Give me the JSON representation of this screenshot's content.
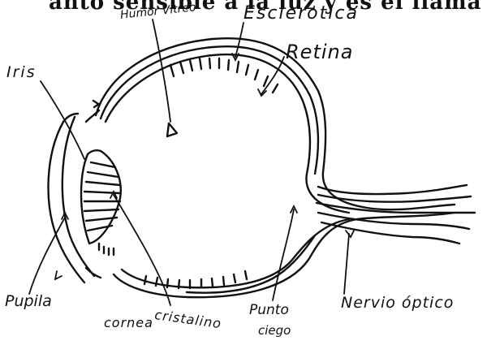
{
  "page": {
    "top_text": "anto sensible a la luz y es el llama"
  },
  "labels": {
    "humor_vitreo": "Humor Vitreo",
    "esclerotica": "Esclerotica",
    "retina": "Retina",
    "iris": "Iris",
    "pupila": "Pupila",
    "cornea": "cornea",
    "cristalino": "cristalino",
    "punto": "Punto",
    "ciego": "ciego",
    "nervio_optico": "Nervio óptico"
  },
  "colors": {
    "ink": "#111111",
    "background": "#ffffff"
  }
}
